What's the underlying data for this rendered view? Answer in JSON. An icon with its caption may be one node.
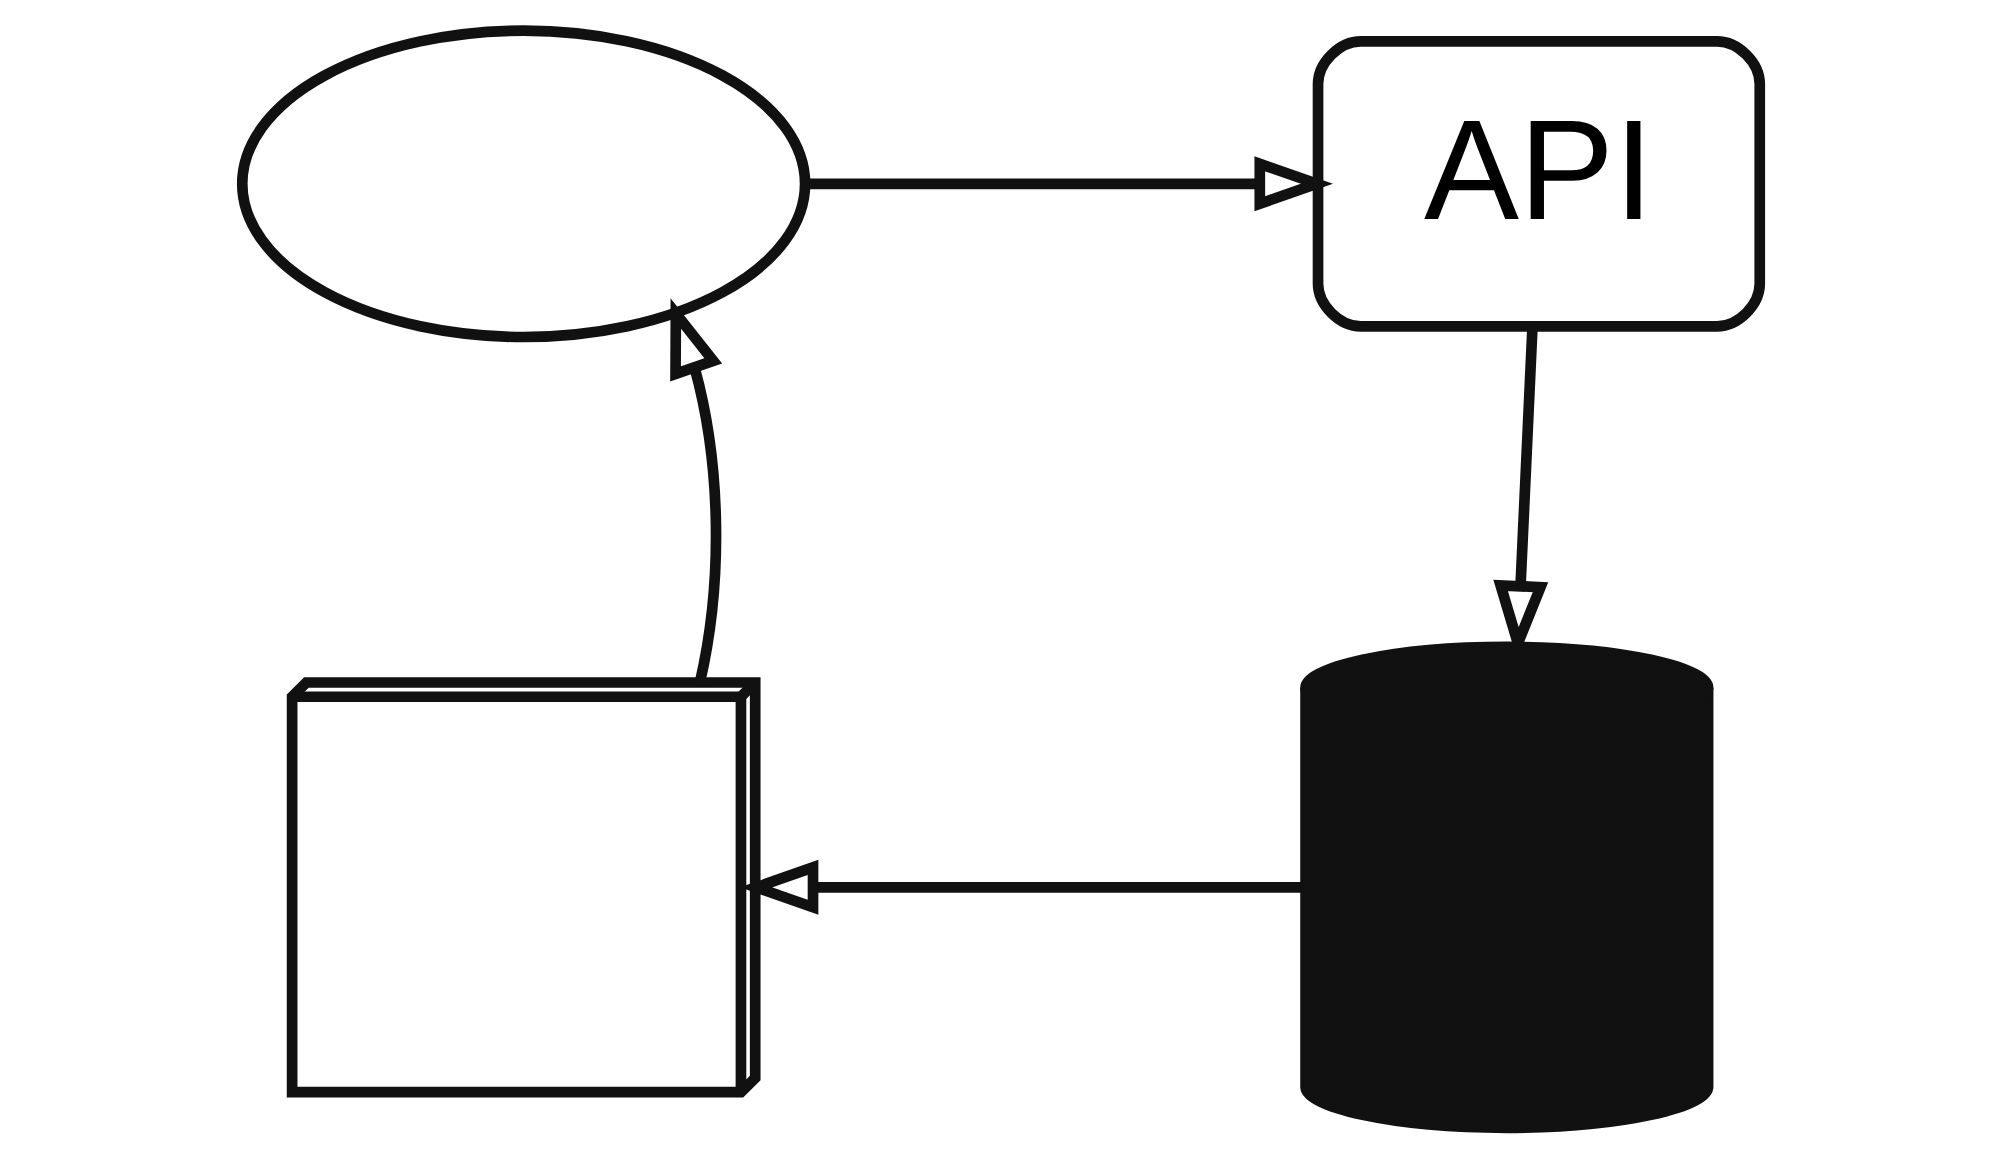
{
  "diagram": {
    "nodes": [
      {
        "text": [],
        "shape": "cloud"
      },
      {
        "text": [
          "API"
        ]
      },
      {
        "text": [],
        "shape": "cylinder"
      },
      {
        "text": [],
        "shape": "server"
      }
    ],
    "edges": [
      {
        "from": 0,
        "to": 1,
        "arrow": "to"
      },
      {
        "from": 1,
        "to": 2,
        "arrow": "to"
      },
      {
        "from": 2,
        "to": 3,
        "arrow": "to"
      },
      {
        "from": 3,
        "to": 0,
        "arrow": "to"
      }
    ]
  }
}
